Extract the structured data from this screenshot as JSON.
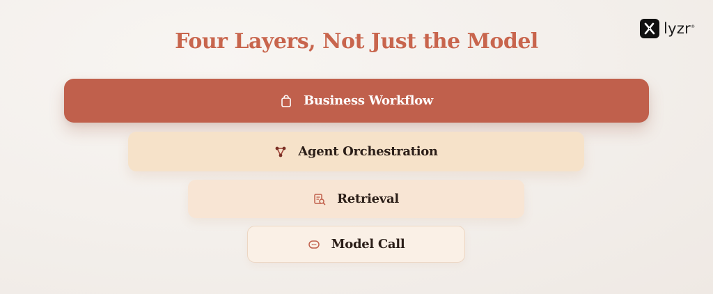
{
  "brand": {
    "name": "lyzr",
    "trademark": "®"
  },
  "title": "Four Layers, Not Just the Model",
  "layers": [
    {
      "label": "Business Workflow",
      "icon": "shopping-bag-icon"
    },
    {
      "label": "Agent Orchestration",
      "icon": "network-nodes-icon"
    },
    {
      "label": "Retrieval",
      "icon": "document-search-icon"
    },
    {
      "label": "Model Call",
      "icon": "chat-bubble-icon"
    }
  ],
  "colors": {
    "title": "#c8654d",
    "layer_1_fill": "#c0604c",
    "layer_2_fill": "#f6e2c9",
    "layer_3_fill": "#f8e5d4",
    "layer_4_fill": "#faf0e6",
    "icon_accent": "#c0604c"
  }
}
